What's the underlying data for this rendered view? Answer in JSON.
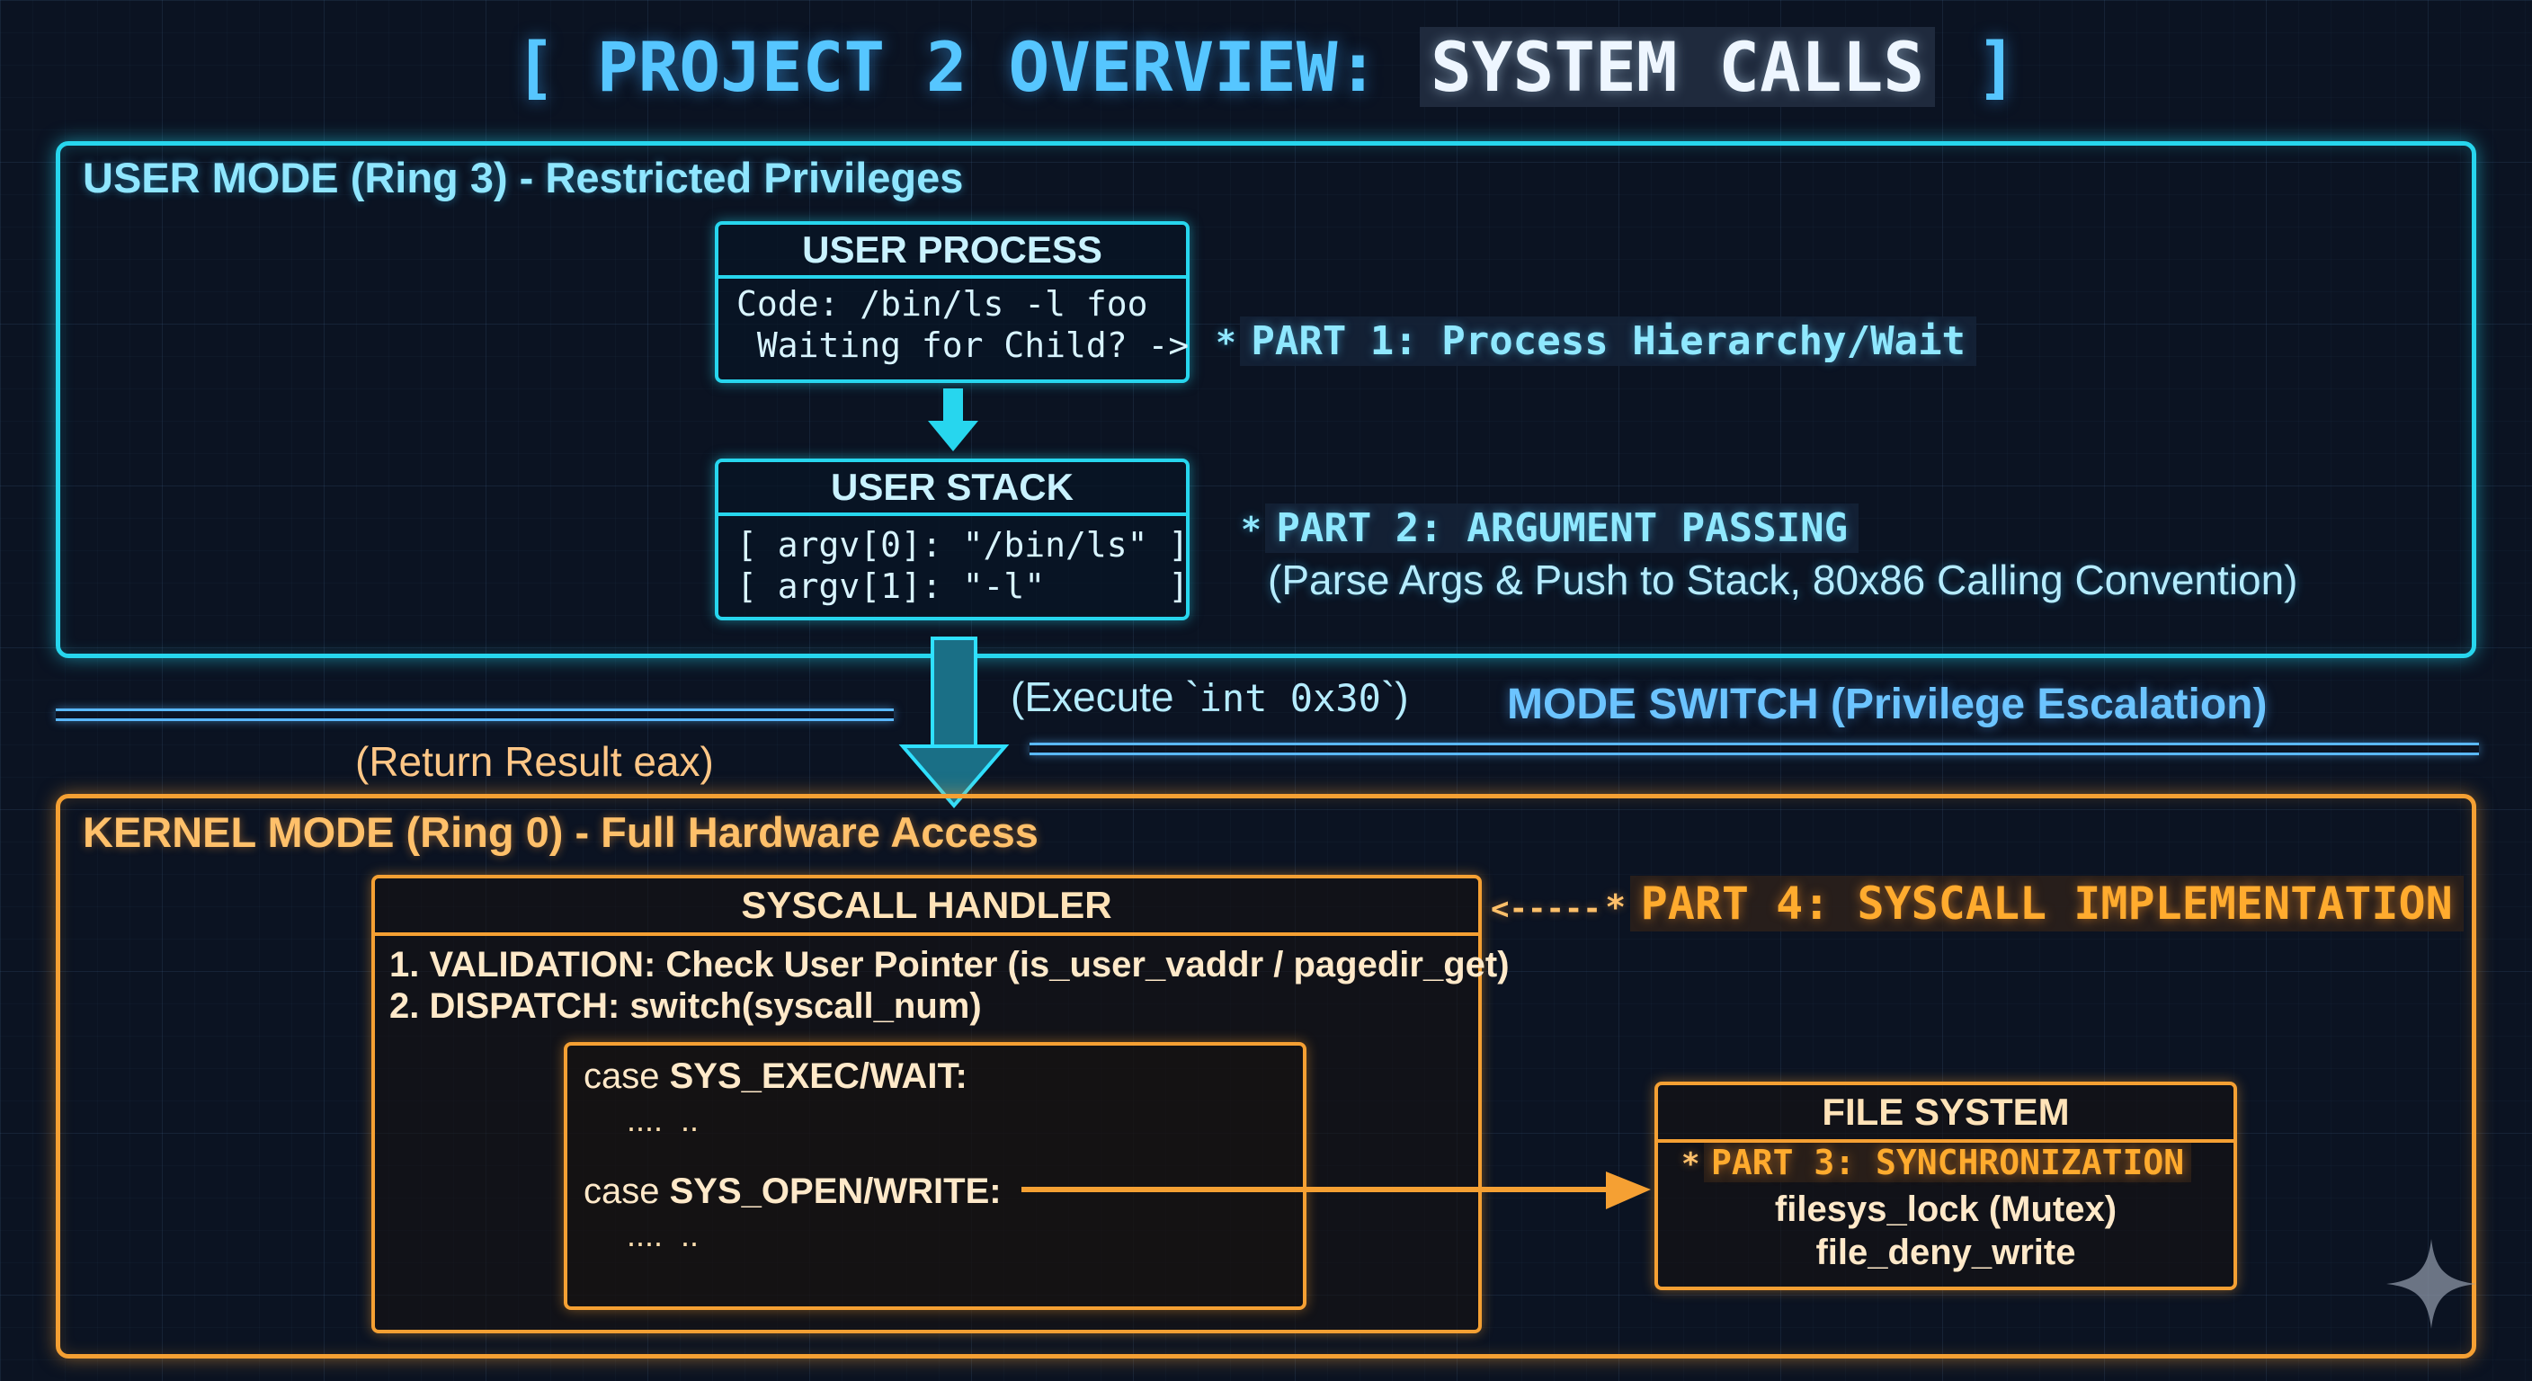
{
  "title": {
    "prefix": "[ PROJECT 2 OVERVIEW:",
    "highlight": "SYSTEM CALLS",
    "suffix": "]"
  },
  "user_mode": {
    "label": "USER MODE (Ring 3) - Restricted Privileges",
    "process": {
      "header": "USER PROCESS",
      "lines": [
        "Code: /bin/ls -l foo",
        " Waiting for Child? ->"
      ]
    },
    "stack": {
      "header": "USER STACK",
      "lines": [
        "[ argv[0]: \"/bin/ls\" ]",
        "[ argv[1]: \"-l\"      ]"
      ]
    },
    "part1": {
      "star": "*",
      "label": "PART 1: Process Hierarchy/Wait"
    },
    "part2": {
      "star": "*",
      "label": "PART 2: ARGUMENT PASSING",
      "note": "(Parse Args & Push to Stack, 80x86 Calling Convention)"
    }
  },
  "transition": {
    "execute_pre": "(Execute `",
    "execute_code": "int 0x30",
    "execute_post": "`)",
    "mode_switch": "MODE SWITCH (Privilege Escalation)",
    "return_result": "(Return Result eax)"
  },
  "kernel_mode": {
    "label": "KERNEL MODE (Ring 0) - Full Hardware Access",
    "handler": {
      "header": "SYSCALL HANDLER",
      "lines": [
        "1. VALIDATION: Check User Pointer (is_user_vaddr / pagedir_get)",
        "2. DISPATCH: switch(syscall_num)"
      ],
      "cases": [
        {
          "keyword": "case",
          "name": "SYS_EXEC/WAIT:",
          "dots": "....  .."
        },
        {
          "keyword": "case",
          "name": "SYS_OPEN/WRITE:",
          "dots": "....  .."
        }
      ]
    },
    "part4": {
      "arrow": "<-----",
      "star": "*",
      "label": "PART 4: SYSCALL IMPLEMENTATION"
    },
    "file_system": {
      "header": "FILE SYSTEM",
      "part3": {
        "star": "*",
        "label": "PART 3: SYNCHRONIZATION"
      },
      "lines": [
        "filesys_lock (Mutex)",
        "file_deny_write"
      ]
    }
  },
  "colors": {
    "user": "#27d6ee",
    "kernel": "#f5a033",
    "title": "#56c6ff",
    "mode_switch": "#5ab8ff"
  },
  "icons": {
    "corner": "sparkle-icon"
  }
}
